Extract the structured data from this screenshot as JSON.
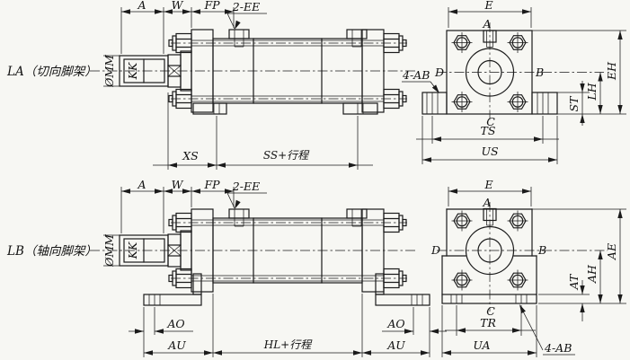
{
  "drawing": {
    "la": {
      "title": "LA（切向脚架）",
      "dim_a": "A",
      "dim_w": "W",
      "dim_fp": "FP",
      "port_label": "2-EE",
      "rod_diameter": "ØMM",
      "rod_thread": "KK",
      "dim_xs": "XS",
      "dim_ss_stroke": "SS+行程",
      "end_view": {
        "dim_e": "E",
        "point_a": "A",
        "point_b": "B",
        "point_c": "C",
        "point_d": "D",
        "bolt_label": "4-AB",
        "dim_ts": "TS",
        "dim_us": "US",
        "dim_st": "ST",
        "dim_lh": "LH",
        "dim_eh": "EH"
      }
    },
    "lb": {
      "title": "LB（轴向脚架）",
      "dim_a": "A",
      "dim_w": "W",
      "dim_fp": "FP",
      "port_label": "2-EE",
      "rod_diameter": "ØMM",
      "rod_thread": "KK",
      "dim_ao_left": "AO",
      "dim_au_left": "AU",
      "dim_hl_stroke": "HL+行程",
      "dim_ao_right": "AO",
      "dim_au_right": "AU",
      "end_view": {
        "dim_e": "E",
        "point_a": "A",
        "point_b": "B",
        "point_c": "C",
        "point_d": "D",
        "bolt_label": "4-AB",
        "dim_tr": "TR",
        "dim_ua": "UA",
        "dim_at": "AT",
        "dim_ah": "AH",
        "dim_ae": "AE"
      }
    }
  }
}
